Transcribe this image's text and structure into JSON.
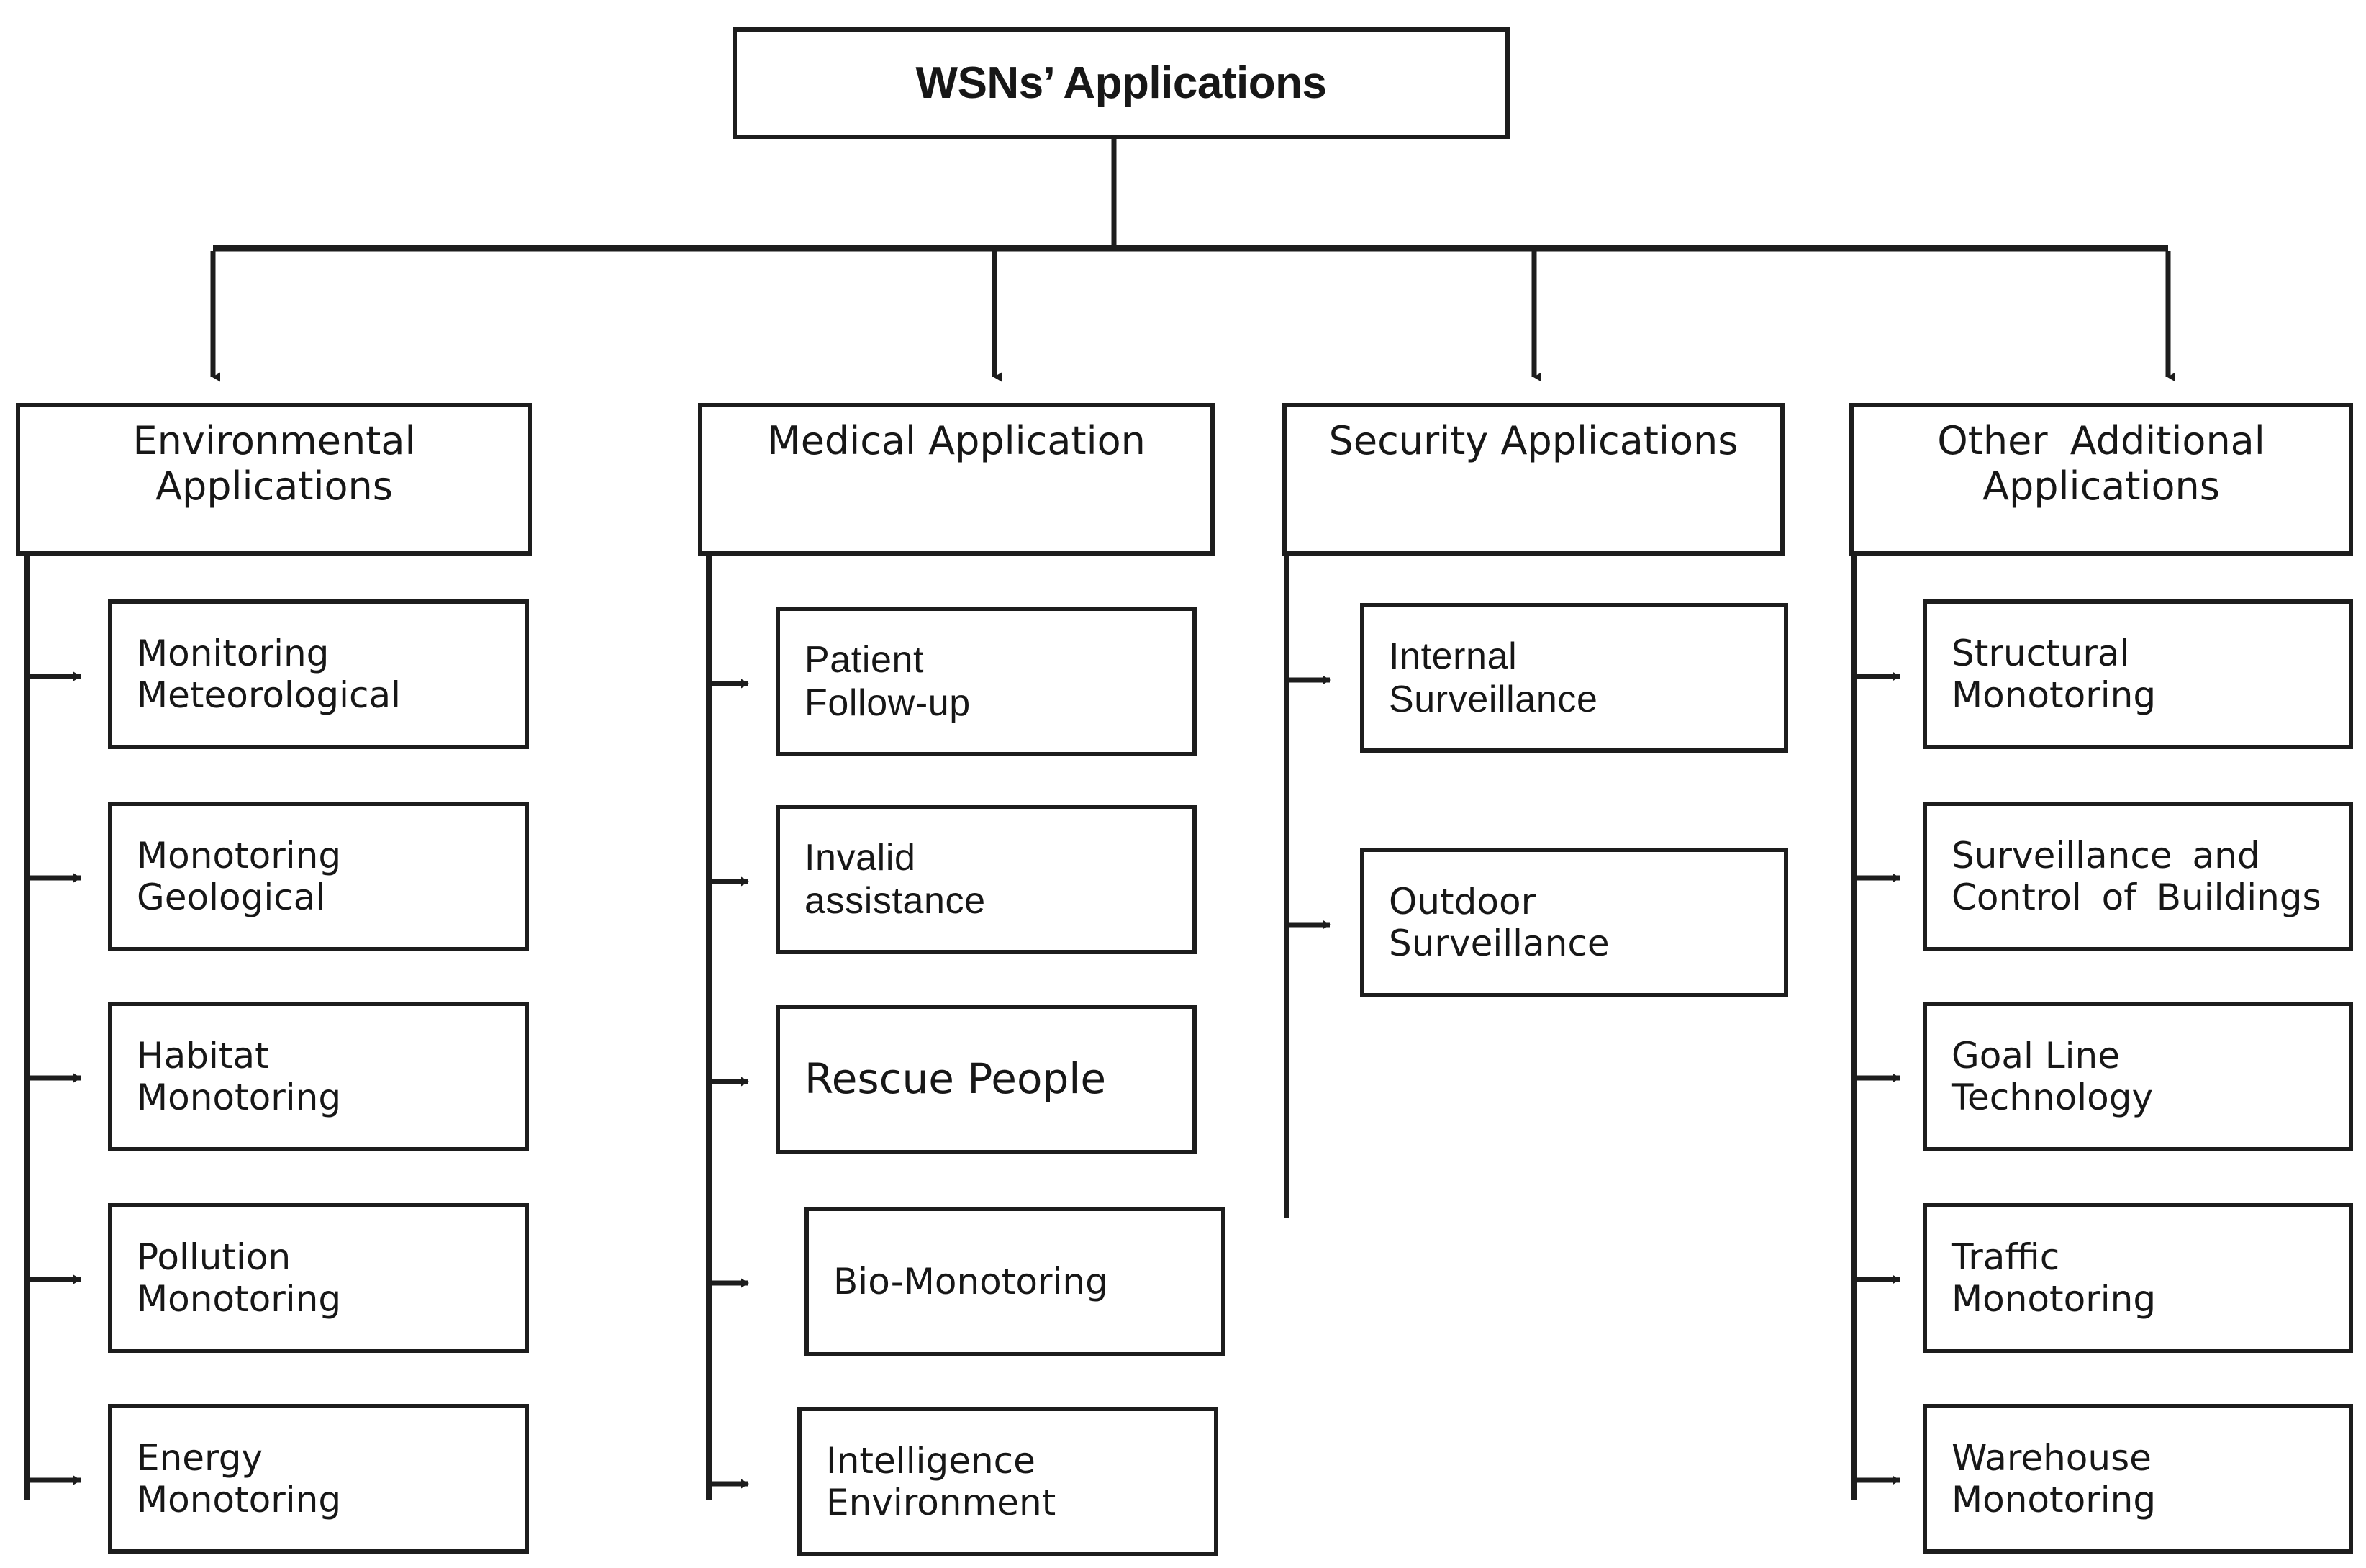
{
  "diagram": {
    "title": "WSNs' Applications",
    "root": {
      "label": "WSNs’ Applications"
    },
    "columns": [
      {
        "category": "Environmental\nApplications",
        "children": [
          {
            "label": "Monitoring\nMeteorological"
          },
          {
            "label": "Monotoring\nGeological"
          },
          {
            "label": "Habitat\nMonotoring"
          },
          {
            "label": "Pollution\nMonotoring"
          },
          {
            "label": "Energy\nMonotoring"
          }
        ]
      },
      {
        "category": "Medical Application",
        "children": [
          {
            "label": "Patient\nFollow-up"
          },
          {
            "label": "Invalid\nassistance"
          },
          {
            "label": "Rescue People"
          },
          {
            "label": "Bio-Monotoring"
          },
          {
            "label": "Intelligence\nEnvironment"
          }
        ]
      },
      {
        "category": "Security Applications",
        "children": [
          {
            "label": "Internal\nSurveillance"
          },
          {
            "label": "Outdoor\nSurveillance"
          }
        ]
      },
      {
        "category": "Other  Additional\nApplications",
        "children": [
          {
            "label": "Structural\nMonotoring"
          },
          {
            "label": "Surveillance  and\nControl of Buildings"
          },
          {
            "label": "Goal Line\nTechnology"
          },
          {
            "label": "Traffic\nMonotoring"
          },
          {
            "label": "Warehouse\nMonotoring"
          }
        ]
      }
    ],
    "colors": {
      "stroke": "#1d1d1d",
      "text": "#171717",
      "background": "#ffffff"
    }
  }
}
